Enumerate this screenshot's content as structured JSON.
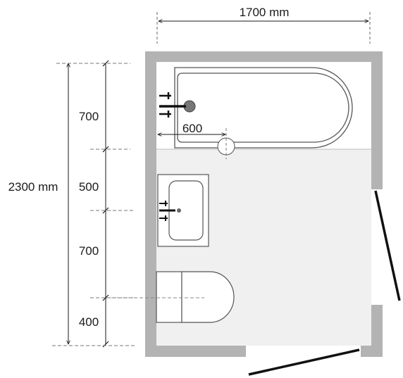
{
  "title": "",
  "dimensions": {
    "overall_width": "1700 mm",
    "overall_length": "2300 mm",
    "segments": [
      "700",
      "500",
      "700",
      "400"
    ],
    "bath_tap_offset": "600"
  },
  "fixtures": [
    "bathtub",
    "washbasin",
    "toilet",
    "door"
  ],
  "colors": {
    "wall": "#b3b3b3",
    "bath_zone": "#ffffff",
    "floor": "#f0f0f0",
    "fixture_stroke": "#555555",
    "dimension_line": "#1a1a1a",
    "door_leaf": "#111111"
  }
}
